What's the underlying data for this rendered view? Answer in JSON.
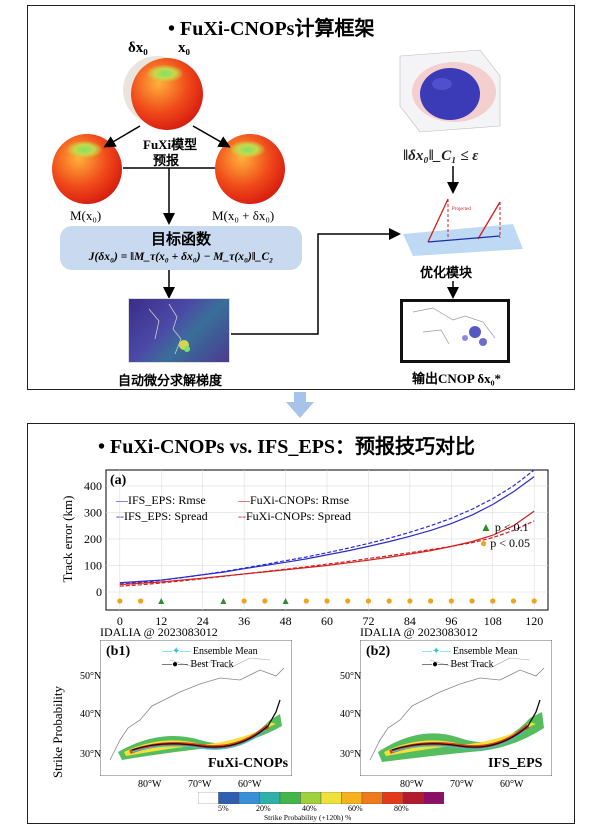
{
  "top_panel": {
    "title": "•  FuXi-CNOPs计算框架",
    "delta_x0": "δx₀",
    "x0": "x₀",
    "model_label_line1": "FuXi模型",
    "model_label_line2": "预报",
    "m_x0": "M(x₀)",
    "m_x0_dx0": "M(x₀ + δx₀)",
    "objective_title": "目标函数",
    "objective_formula": "J(δx₀) = ‖M_τ(x₀ + δx₀) − M_τ(x₀)‖_C₂",
    "autodiff_label": "自动微分求解梯度",
    "constraint": "‖δx₀‖_C₁ ≤ ε",
    "projected_label": "Projected",
    "optim_label": "优化模块",
    "output_label": "输出CNOP δx₀*"
  },
  "bottom_panel": {
    "title": "•  FuXi-CNOPs vs. IFS_EPS：预报技巧对比",
    "panel_a_label": "(a)",
    "legend": {
      "ifs_rmse": "IFS_EPS: Rmse",
      "ifs_spread": "IFS_EPS: Spread",
      "fuxi_rmse": "FuXi-CNOPs: Rmse",
      "fuxi_spread": "FuXi-CNOPs: Spread",
      "p01": "p < 0.1",
      "p005": "p < 0.05"
    },
    "maps": {
      "b1_title": "IDALIA @ 2023083012",
      "b1_label": "(b1)",
      "b1_model": "FuXi-CNOPs",
      "b2_title": "IDALIA @ 2023083012",
      "b2_label": "(b2)",
      "b2_model": "IFS_EPS",
      "ensemble_mean": "Ensemble Mean",
      "best_track": "Best Track",
      "ylabel": "Strike Probability",
      "lat_labels": [
        "50°N",
        "40°N",
        "30°N"
      ],
      "lon_labels": [
        "80°W",
        "70°W",
        "60°W"
      ],
      "colorbar_ticks": [
        "5%",
        "20%",
        "40%",
        "60%",
        "80%"
      ],
      "colorbar_label": "Strike Probability (+120h) %",
      "colorbar_colors": [
        "#ffffff",
        "#2f5fb0",
        "#3a8fd8",
        "#2fb0a8",
        "#42b64a",
        "#9fd13c",
        "#f0e23a",
        "#f4b21e",
        "#ee7a1c",
        "#e23a1a",
        "#b01c2e",
        "#8c1068"
      ]
    }
  },
  "chart_data": {
    "type": "line",
    "xlabel": "",
    "ylabel": "Track error (km)",
    "x": [
      0,
      6,
      12,
      18,
      24,
      30,
      36,
      42,
      48,
      54,
      60,
      66,
      72,
      78,
      84,
      90,
      96,
      102,
      108,
      114,
      120
    ],
    "xticks": [
      0,
      12,
      24,
      36,
      48,
      60,
      72,
      84,
      96,
      108,
      120
    ],
    "yticks": [
      0,
      100,
      200,
      300,
      400
    ],
    "xlim": [
      -4,
      124
    ],
    "ylim": [
      0,
      460
    ],
    "series": [
      {
        "name": "IFS_EPS: Rmse",
        "color": "#2b2bd0",
        "dash": "solid",
        "values": [
          35,
          40,
          45,
          55,
          65,
          75,
          88,
          100,
          112,
          125,
          140,
          155,
          172,
          190,
          210,
          232,
          258,
          290,
          330,
          378,
          435
        ]
      },
      {
        "name": "IFS_EPS: Spread",
        "color": "#2b2bd0",
        "dash": "dashed",
        "values": [
          30,
          36,
          44,
          54,
          65,
          77,
          90,
          104,
          118,
          132,
          148,
          165,
          183,
          203,
          225,
          250,
          278,
          312,
          352,
          400,
          460
        ]
      },
      {
        "name": "FuXi-CNOPs: Rmse",
        "color": "#d61c1c",
        "dash": "solid",
        "values": [
          28,
          33,
          38,
          45,
          52,
          60,
          68,
          76,
          84,
          92,
          100,
          110,
          120,
          131,
          143,
          156,
          172,
          190,
          214,
          250,
          305
        ]
      },
      {
        "name": "FuXi-CNOPs: Spread",
        "color": "#d61c1c",
        "dash": "dashed",
        "values": [
          22,
          27,
          34,
          42,
          50,
          59,
          68,
          77,
          86,
          95,
          105,
          115,
          126,
          137,
          148,
          160,
          172,
          186,
          205,
          232,
          268
        ]
      }
    ],
    "significance": [
      {
        "x": 0,
        "p": "0.05"
      },
      {
        "x": 6,
        "p": "0.05"
      },
      {
        "x": 12,
        "p": "0.1"
      },
      {
        "x": 30,
        "p": "0.1"
      },
      {
        "x": 36,
        "p": "0.05"
      },
      {
        "x": 42,
        "p": "0.05"
      },
      {
        "x": 48,
        "p": "0.1"
      },
      {
        "x": 54,
        "p": "0.05"
      },
      {
        "x": 60,
        "p": "0.05"
      },
      {
        "x": 66,
        "p": "0.05"
      },
      {
        "x": 72,
        "p": "0.05"
      },
      {
        "x": 78,
        "p": "0.05"
      },
      {
        "x": 84,
        "p": "0.05"
      },
      {
        "x": 90,
        "p": "0.05"
      },
      {
        "x": 96,
        "p": "0.05"
      },
      {
        "x": 102,
        "p": "0.05"
      },
      {
        "x": 108,
        "p": "0.05"
      },
      {
        "x": 114,
        "p": "0.05"
      },
      {
        "x": 120,
        "p": "0.05"
      }
    ],
    "sig_colors": {
      "0.1": "#2e8b2e",
      "0.05": "#f2a31b"
    }
  }
}
